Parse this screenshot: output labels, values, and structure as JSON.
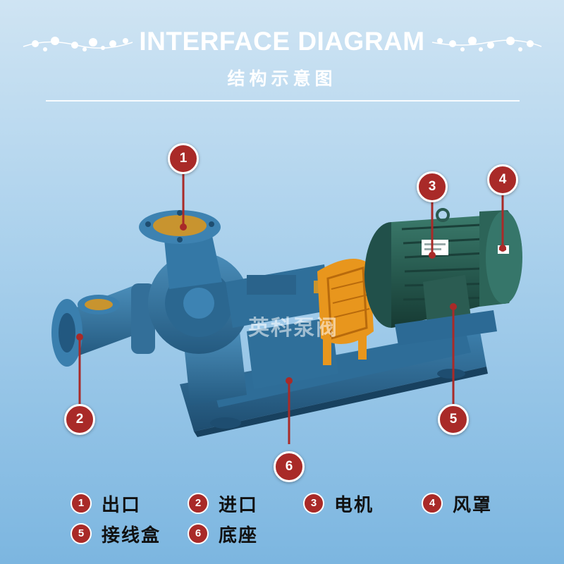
{
  "header": {
    "title": "INTERFACE DIAGRAM",
    "subtitle": "结构示意图"
  },
  "watermark": "英科泵阀",
  "markers": [
    "1",
    "2",
    "3",
    "4",
    "5",
    "6"
  ],
  "legend": [
    {
      "num": "1",
      "label": "出口"
    },
    {
      "num": "2",
      "label": "进口"
    },
    {
      "num": "3",
      "label": "电机"
    },
    {
      "num": "4",
      "label": "风罩"
    },
    {
      "num": "5",
      "label": "接线盒"
    },
    {
      "num": "6",
      "label": "底座"
    }
  ],
  "colors": {
    "marker": "#a92a28",
    "pump_body": "#2f6f9a",
    "motor_body": "#275a4f",
    "coupling_guard": "#e8961d",
    "flange_opening": "#c8942f"
  }
}
